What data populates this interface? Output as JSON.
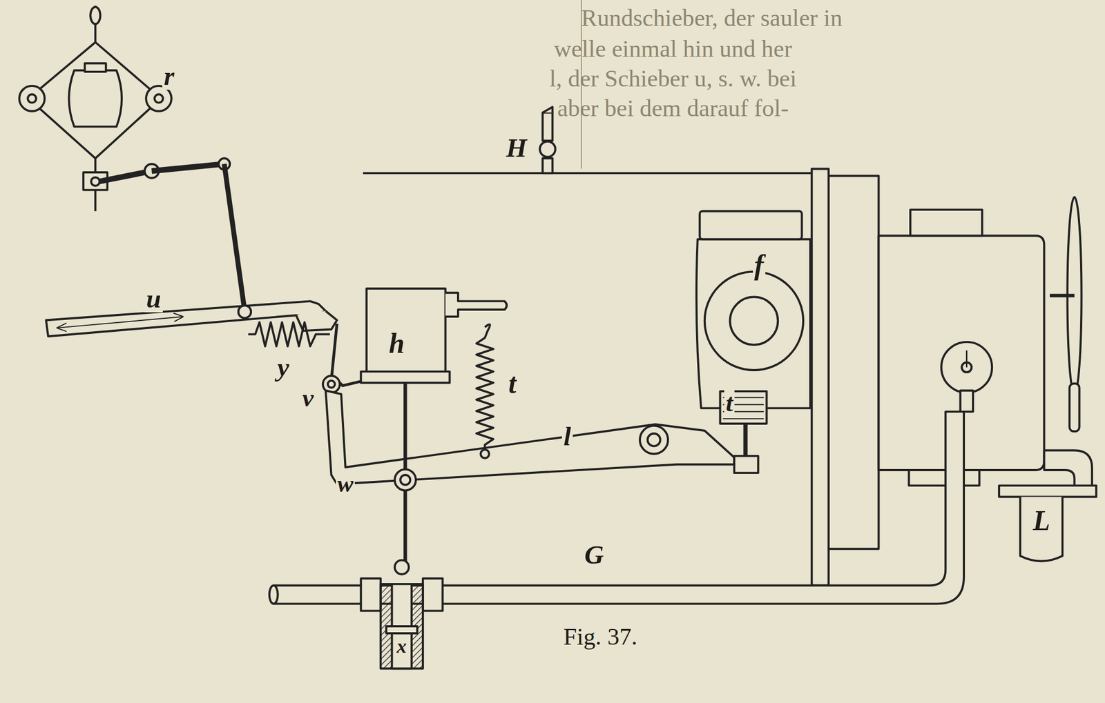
{
  "diagram": {
    "caption": "Fig. 37.",
    "labels": [
      "r",
      "u",
      "y",
      "v",
      "h",
      "t",
      "w",
      "l",
      "f",
      "t",
      "H",
      "G",
      "L",
      "x",
      "Rundschieber, der sauler in",
      "welle einmal hin und her",
      "l, der Schieber u, s. w. bei",
      "aber bei dem darauf fol-"
    ]
  }
}
